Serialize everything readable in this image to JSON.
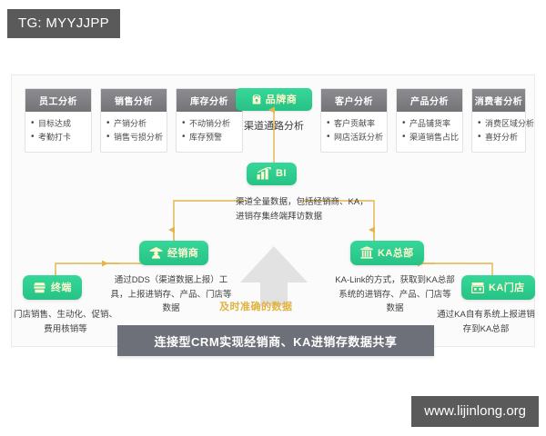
{
  "overlay": {
    "tg_tag": "TG: MYYJJPP",
    "watermark": "www.lijinlong.org"
  },
  "colors": {
    "node_green": "#2ecc8f",
    "node_label": "#fff8cf",
    "card_header_gray": "#7d7d82",
    "connector_gold": "#e3b54a",
    "banner_gray": "#6d7078",
    "arrow_text_gold": "#e0b340",
    "overlay_gray": "#5a5a5a"
  },
  "analysis_cards": [
    {
      "title": "员工分析",
      "items": [
        "目标达成",
        "考勤打卡"
      ]
    },
    {
      "title": "销售分析",
      "items": [
        "产销分析",
        "销售亏损分析"
      ]
    },
    {
      "title": "库存分析",
      "items": [
        "不动销分析",
        "库存预警"
      ]
    },
    {
      "title": "客户分析",
      "items": [
        "客户贡献率",
        "网店活跃分析"
      ]
    },
    {
      "title": "产品分析",
      "items": [
        "产品铺货率",
        "渠道销售占比"
      ]
    },
    {
      "title": "消费者分析",
      "items": [
        "消费区域分析",
        "喜好分析"
      ]
    }
  ],
  "brand_card": {
    "badge_label": "品牌商",
    "badge_icon": "tag-icon",
    "subtitle": "渠道通路分析"
  },
  "nodes": {
    "bi": {
      "label": "BI",
      "icon": "bar-chart-icon",
      "description": "渠道全量数据，包括经销商、KA，进销存集终端拜访数据"
    },
    "dealer": {
      "label": "经销商",
      "icon": "person-box-icon",
      "description": "通过DDS（渠道数据上报）工具，上报进销存、产品、门店等数据"
    },
    "terminal": {
      "label": "终端",
      "icon": "store-counter-icon",
      "description": "门店销售、生动化、促销、费用核销等"
    },
    "ka_hq": {
      "label": "KA总部",
      "icon": "building-icon",
      "description": "KA-Link的方式，获取到KA总部系统的进销存、产品、门店等数据"
    },
    "ka_store": {
      "label": "KA门店",
      "icon": "shop-icon",
      "description": "通过KA自有系统上报进销存到KA总部"
    }
  },
  "center_arrow": {
    "label": "及时准确的数据",
    "icon": "up-arrow-icon"
  },
  "banner": {
    "text": "连接型CRM实现经销商、KA进销存数据共享"
  }
}
